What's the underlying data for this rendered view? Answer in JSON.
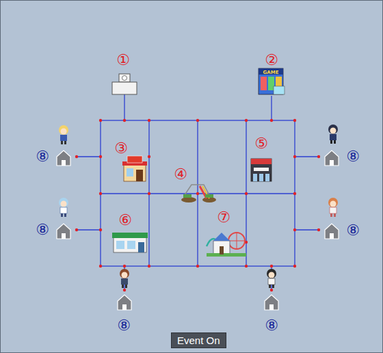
{
  "diagram": {
    "nodes": [
      {
        "text": [
          "Event On"
        ]
      }
    ],
    "labels": [
      "①",
      "②",
      "⑧",
      "③",
      "⑤",
      "⑧",
      "④",
      "⑧",
      "⑥",
      "⑦",
      "⑧",
      "⑧",
      "⑧"
    ]
  }
}
